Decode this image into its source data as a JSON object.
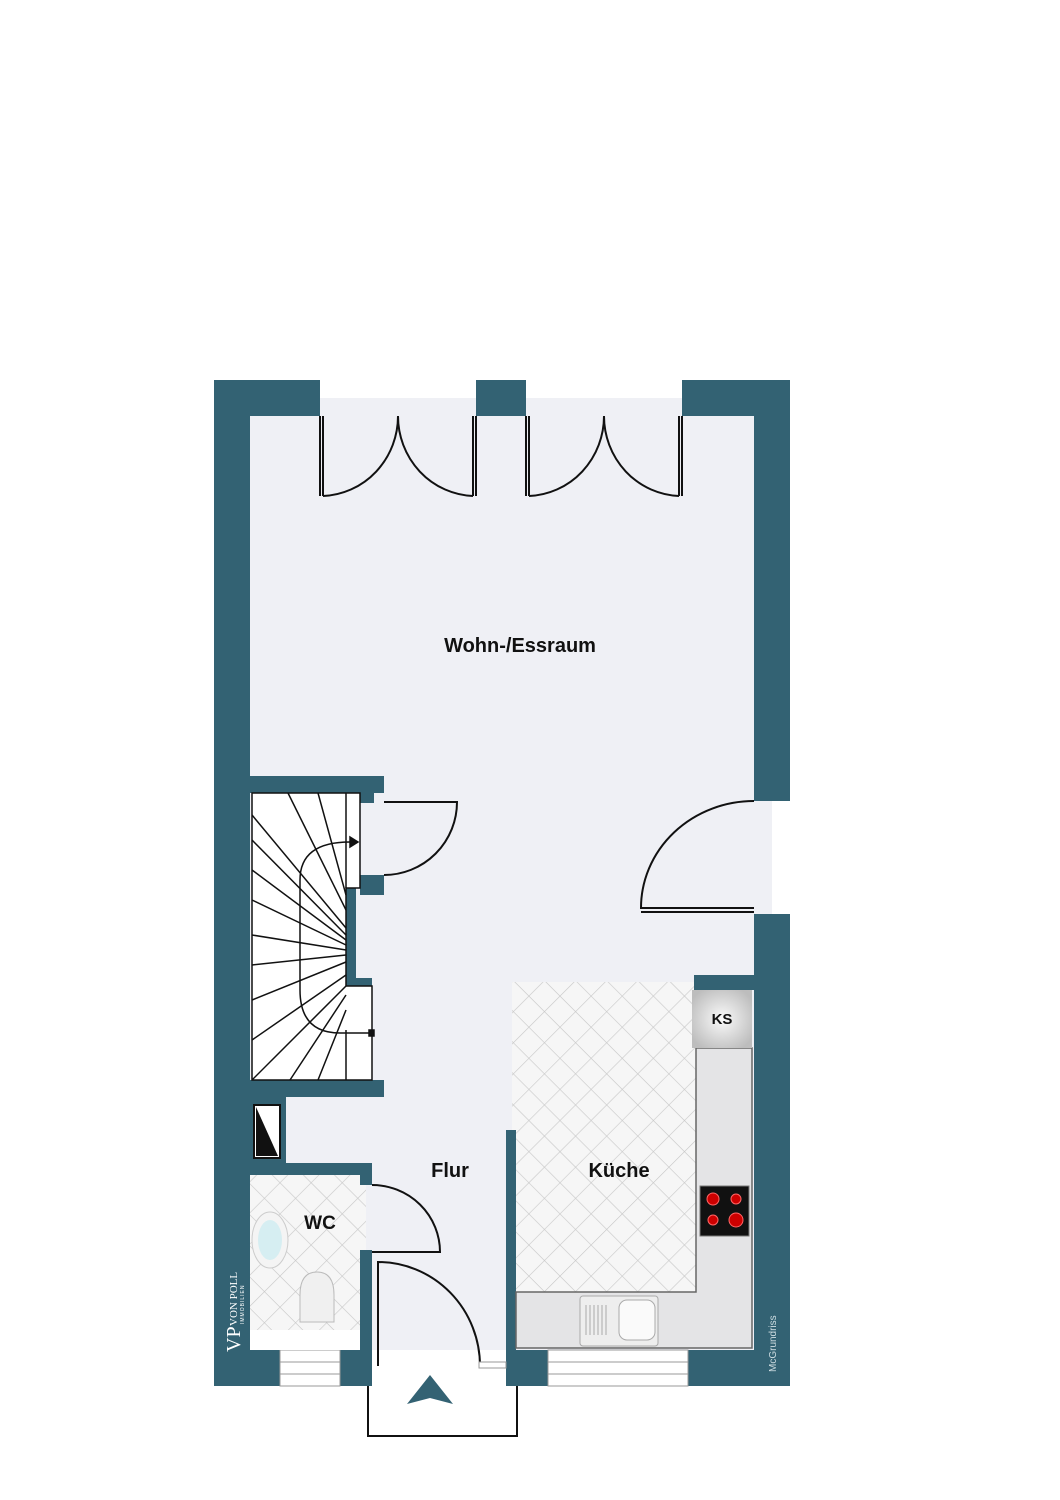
{
  "colors": {
    "wall": "#336273",
    "floor": "#eff0f5",
    "counter": "#e4e4e6",
    "tile_line": "#c8c8c8"
  },
  "rooms": {
    "living": "Wohn-/Essraum",
    "hall": "Flur",
    "kitchen": "Küche",
    "wc": "WC",
    "fridge": "KS"
  },
  "logo": {
    "initials": "VP",
    "name": "VON POLL",
    "sub": "IMMOBILIEN"
  },
  "credit": "McGrundriss",
  "icons": {
    "entrance": "entrance-arrow-icon"
  }
}
